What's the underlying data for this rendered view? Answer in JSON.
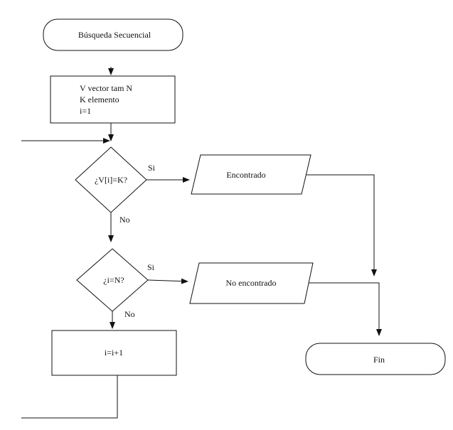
{
  "diagram": {
    "start_label": "Búsqueda Secuencial",
    "init_lines": [
      "V vector tam N",
      "K elemento",
      "i=1"
    ],
    "decision1": "¿V[i]=K?",
    "decision1_yes": "Si",
    "decision1_no": "No",
    "decision2": "¿i=N?",
    "decision2_yes": "Si",
    "decision2_no": "No",
    "output_found": "Encontrado",
    "output_not_found": "No encontrado",
    "increment": "i=i+1",
    "end_label": "Fin"
  },
  "colors": {
    "stroke": "#111111",
    "fill": "#ffffff"
  }
}
